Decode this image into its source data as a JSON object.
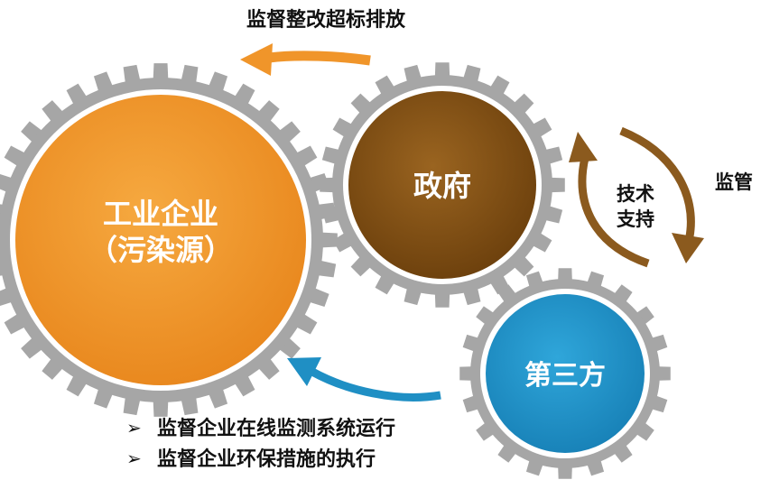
{
  "gears": {
    "industry": {
      "line1": "工业企业",
      "line2": "（污染源）",
      "color": "#F0952A"
    },
    "government": {
      "label": "政府",
      "color": "#7A4A10"
    },
    "third_party": {
      "label": "第三方",
      "color": "#1F8FC4"
    },
    "ring_color": "#A6A6A6"
  },
  "arrows": {
    "top_label": "监督整改超标排放",
    "top_color": "#F0952A",
    "support_label_line1": "技术",
    "support_label_line2": "支持",
    "regulate_label": "监管",
    "right_color": "#8B5A1E",
    "bottom_color": "#1F8FC4"
  },
  "bullets": {
    "marker": "➢",
    "items": [
      "监督企业在线监测系统运行",
      "监督企业环保措施的执行"
    ]
  }
}
